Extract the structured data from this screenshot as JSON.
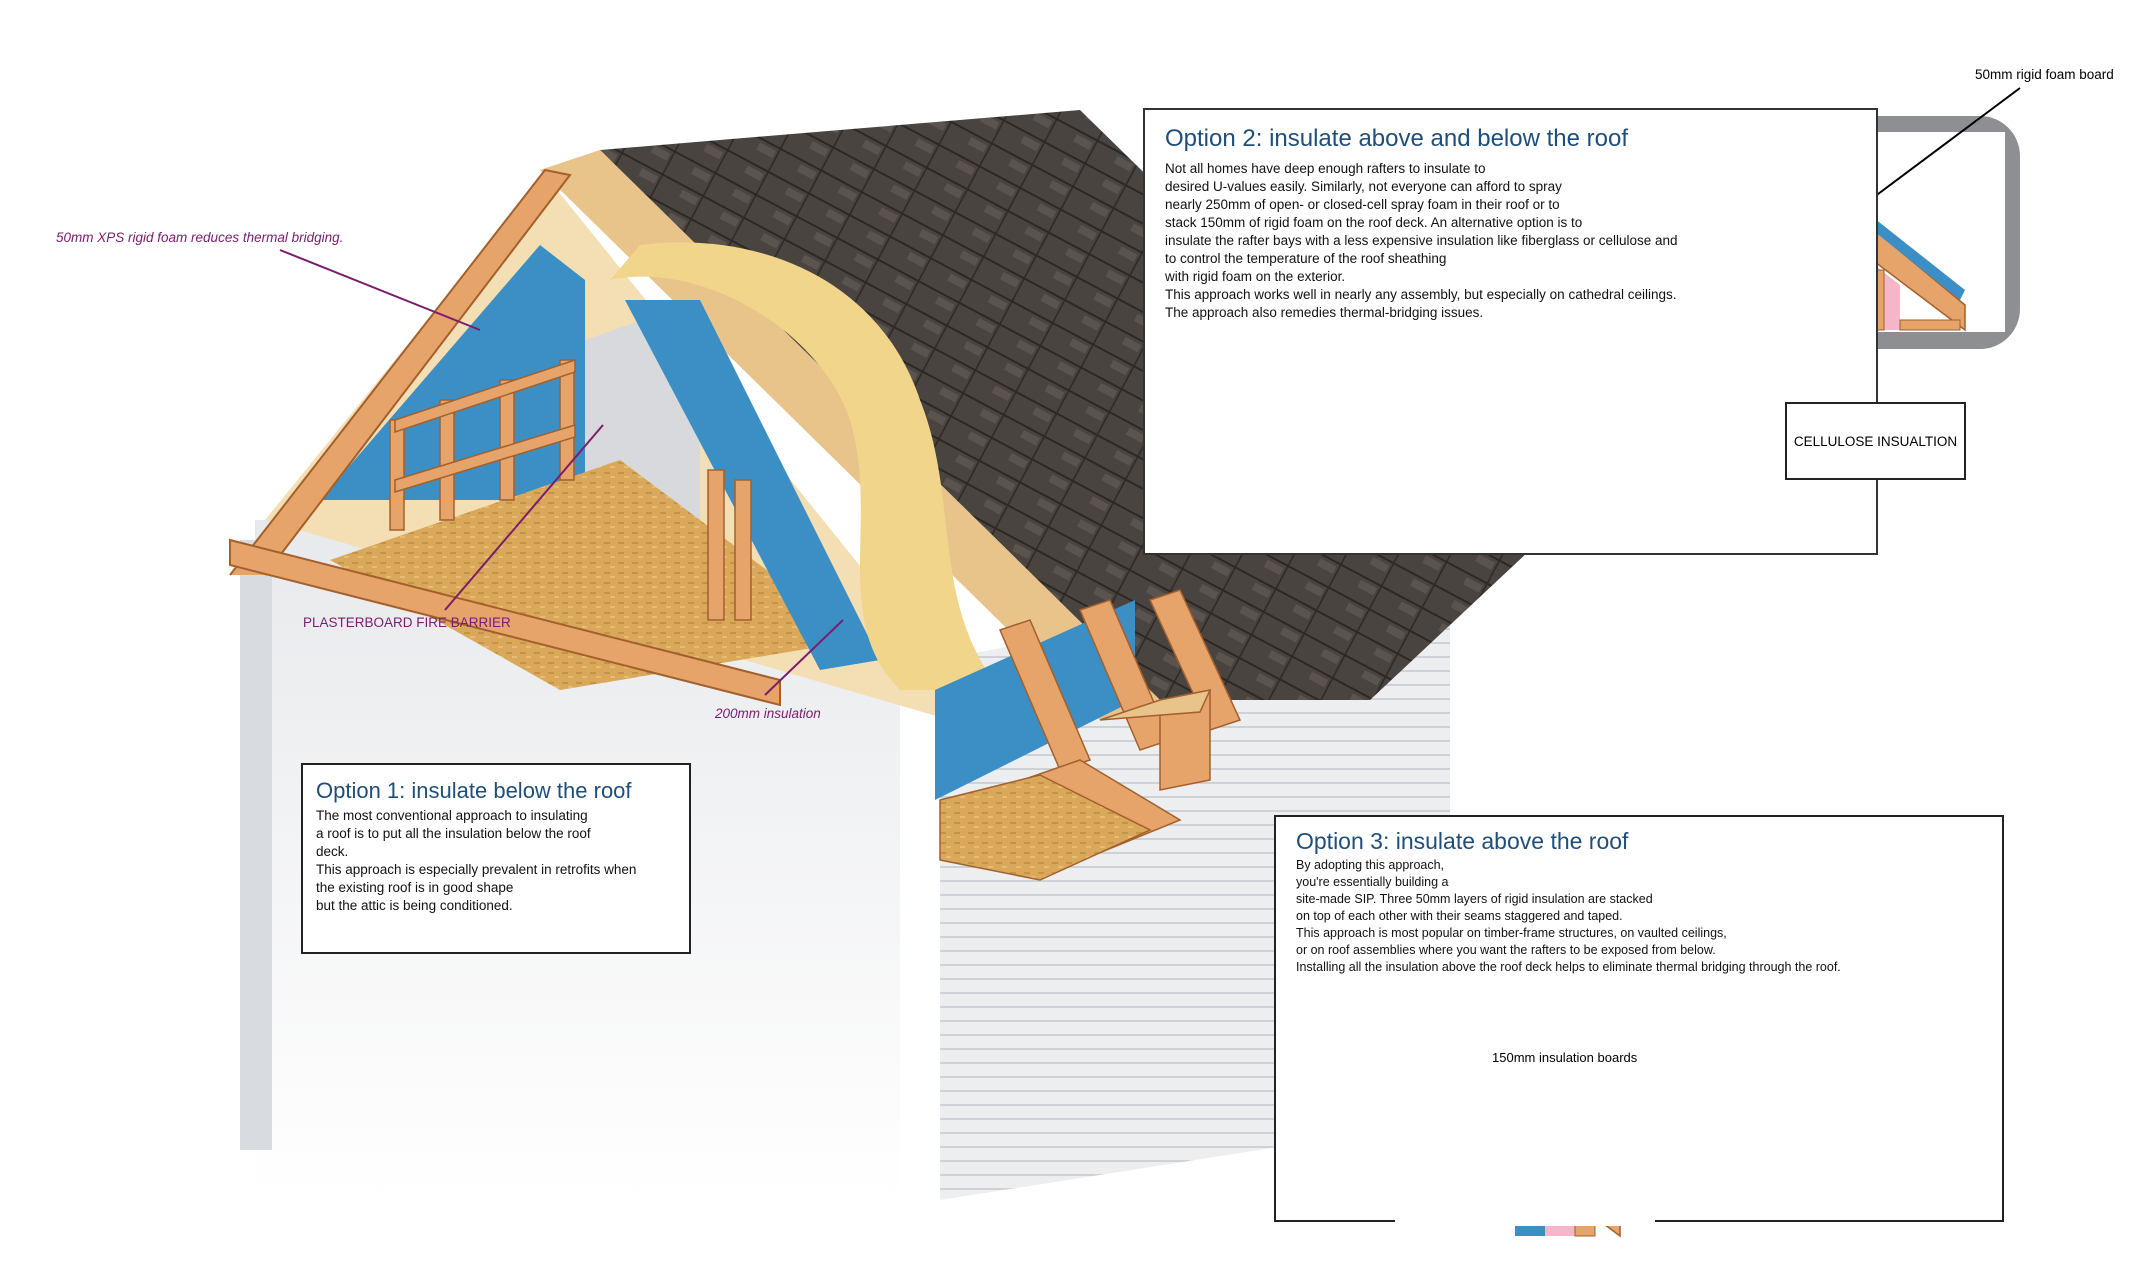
{
  "callouts": {
    "xps_foam": "50mm XPS rigid foam reduces thermal bridging.",
    "plasterboard": "PLASTERBOARD FIRE BARRIER",
    "insulation_200": "200mm insulation",
    "rigid_foam_board": "50mm rigid foam board",
    "cellulose": "CELLULOSE INSUALTION",
    "insulation_boards": "150mm insulation boards"
  },
  "option1": {
    "title": "Option 1: insulate below the roof",
    "lines": [
      "The most conventional approach to insulating",
      "a roof is to put all the insulation below the roof",
      "deck.",
      "This approach is especially prevalent in retrofits when",
      "the existing roof is in good shape",
      "but the attic is being conditioned."
    ]
  },
  "option2": {
    "title": "Option 2: insulate above and below the roof",
    "lines": [
      "Not all homes have deep enough rafters to insulate to",
      "desired U-values easily. Similarly, not everyone can afford to spray",
      "nearly 250mm of open- or closed-cell spray foam in their roof or to",
      "stack  150mm of rigid foam on the roof deck. An alternative option is to",
      "insulate the rafter bays with a less expensive insulation like fiberglass or cellulose and",
      "to control the temperature of the roof sheathing",
      "with rigid foam on the exterior.",
      "This approach works well in nearly any assembly, but especially on cathedral ceilings.",
      "The approach also remedies thermal-bridging issues."
    ]
  },
  "option3": {
    "title": "Option 3: insulate above the roof",
    "lines": [
      "By adopting this approach,",
      "you're essentially building a",
      "site-made SIP. Three 50mm layers of rigid insulation are stacked",
      "on top of each other with their seams staggered and taped.",
      "This approach is most popular on timber-frame structures, on vaulted ceilings,",
      "or on roof assemblies where you want the rafters to be exposed from below.",
      "Installing all the insulation above the roof deck helps to eliminate thermal bridging through the roof."
    ]
  },
  "colors": {
    "shingle": "#4a4440",
    "plywood": "#e8c48a",
    "timber": "#e6a36a",
    "foam_blue": "#3b8fc4",
    "fiberglass": "#f0d58a",
    "siding": "#eceef0",
    "callout_purple": "#7a1d6e",
    "title_blue": "#1f4e79"
  }
}
